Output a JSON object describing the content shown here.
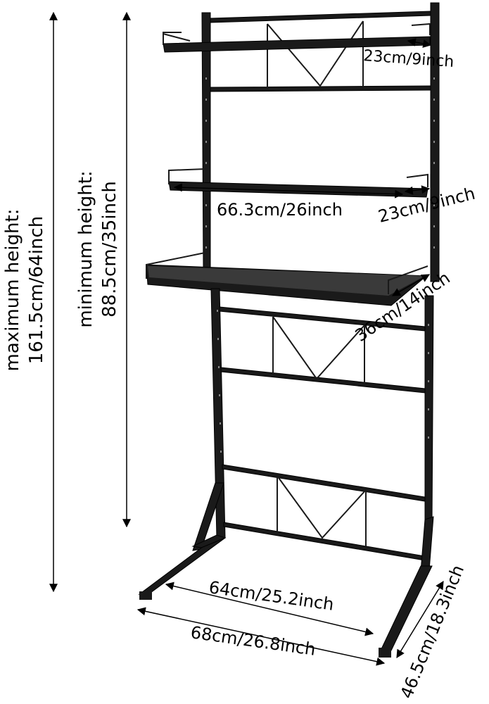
{
  "labels": {
    "max_height_line1": "maximum height:",
    "max_height_line2": "161.5cm/64inch",
    "min_height_line1": "minimum height:",
    "min_height_line2": "88.5cm/35inch",
    "top_shelf_depth": "23cm/9inch",
    "middle_shelf_depth": "23cm/9inch",
    "middle_shelf_width": "66.3cm/26inch",
    "bottom_shelf_depth": "36cm/14inch",
    "inner_base_width": "64cm/25.2inch",
    "outer_base_width": "68cm/26.8inch",
    "base_depth": "46.5cm/18.3inch"
  },
  "colors": {
    "frame": "#1a1a1a",
    "background": "#ffffff",
    "dimension_line": "#000000"
  }
}
